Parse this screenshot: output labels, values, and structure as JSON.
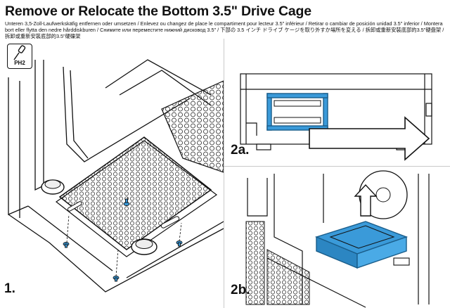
{
  "header": {
    "title": "Remove or Relocate the Bottom 3.5\" Drive Cage",
    "subtitle": "Unteren 3,5-Zoll-Laufwerkskäfig entfernen oder umsetzen / Enlevez ou changez de place le compartiment pour lecteur 3.5\" inférieur / Retirar o cambiar de posición unidad 3.5\" inferior / Montera bort eller flytta den nedre hårddiskburen / Снимите или переместите нижний дисковод 3.5\" / 下部の 3.5 インチ ドライブ ケージを取り外すか場所を変える / 拆卸或重新安裝底部的3.5\"硬盘架 / 拆卸或重新安裝底部的3.5\"硬碟架"
  },
  "tool": {
    "label": "PH2",
    "icon": "screwdriver-icon"
  },
  "steps": {
    "step1": "1.",
    "step2a": "2a.",
    "step2b": "2b."
  },
  "colors": {
    "accent": "#3a9ad9",
    "line": "#111111",
    "divider": "#c9c9c9"
  }
}
